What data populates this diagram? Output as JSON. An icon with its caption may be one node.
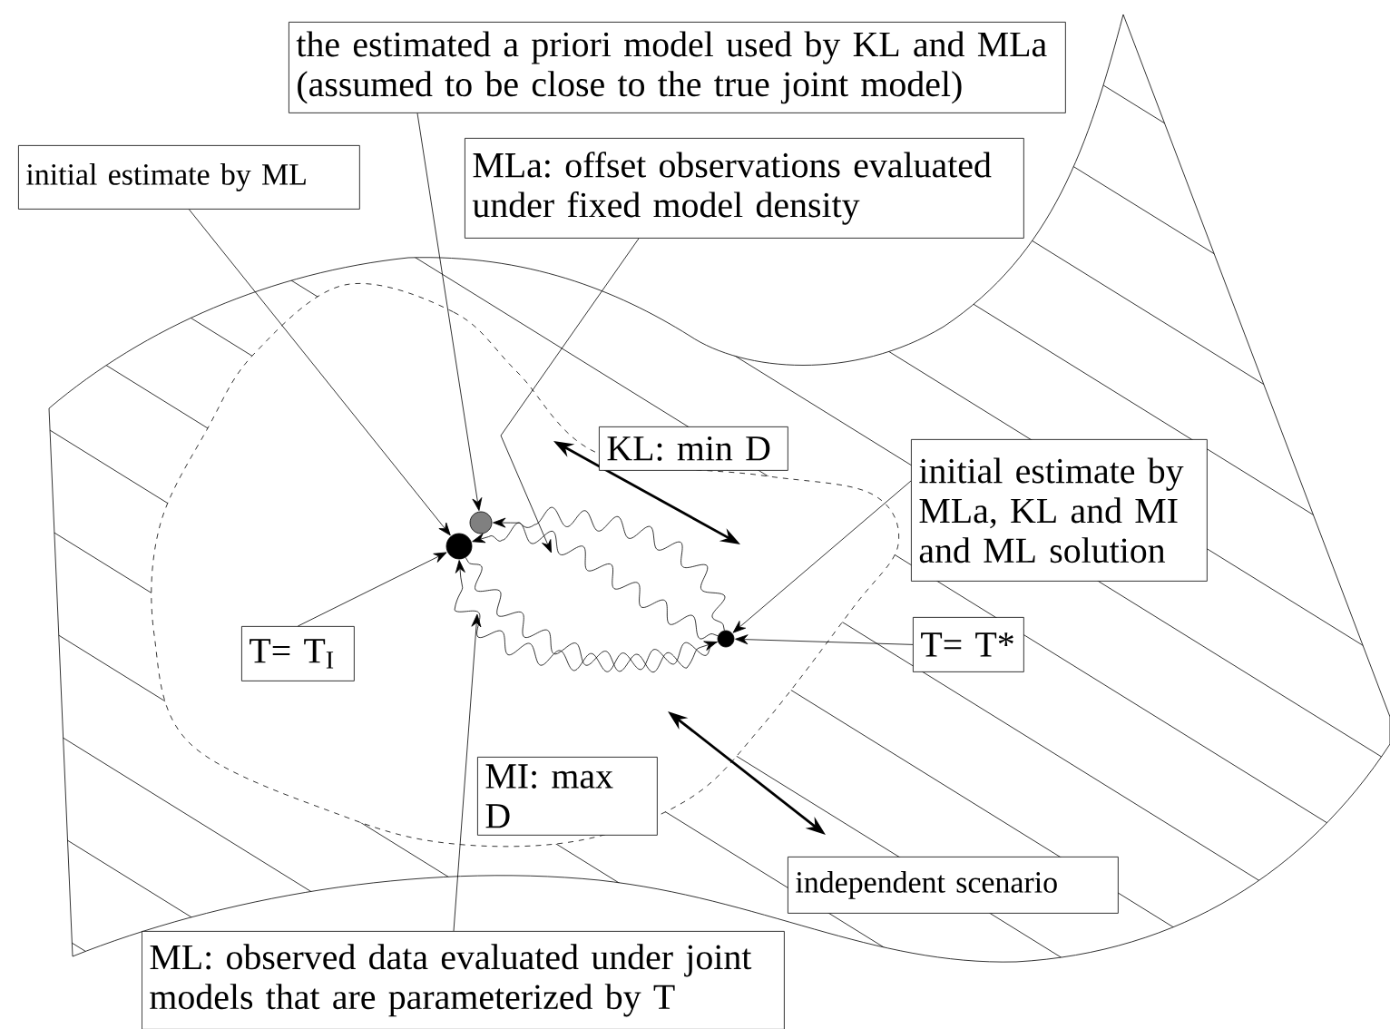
{
  "diagram": {
    "nodes": [
      {
        "text": [
          "the estimated a priori model used by KL and MLa (assumed to be close to the true joint model)"
        ]
      },
      {
        "text": [
          "initial estimate by ML"
        ]
      },
      {
        "text": [
          "MLa: offset observations evaluated under fixed model density"
        ]
      },
      {
        "text": [
          "KL: min D"
        ]
      },
      {
        "text": [
          "initial estimate by MLa, KL and MI and ML solution"
        ]
      },
      {
        "text": [
          "T= T$_{I}$"
        ]
      },
      {
        "text": [
          "T= T*"
        ]
      },
      {
        "text": [
          "MI: max D"
        ]
      },
      {
        "text": [
          "independent scenario"
        ]
      },
      {
        "text": [
          "ML: observed data evaluated under joint models that are parameterized by T"
        ]
      },
      {
        "text": [],
        "shape": "circle"
      },
      {
        "text": [],
        "shape": "circle"
      },
      {
        "text": [],
        "shape": "circle"
      }
    ],
    "edges": [
      {
        "from": 1,
        "to": 11,
        "arrow": "to"
      },
      {
        "from": 0,
        "to": 10,
        "arrow": "to"
      },
      {
        "from": 2,
        "to": null,
        "arrow": "to"
      },
      {
        "from": 5,
        "to": 11,
        "arrow": "to"
      },
      {
        "from": 9,
        "to": null,
        "arrow": "to"
      },
      {
        "from": 4,
        "to": 12,
        "arrow": "to"
      },
      {
        "from": 6,
        "to": 12,
        "arrow": "to"
      },
      {
        "from": 12,
        "to": 10,
        "arrow": "to"
      },
      {
        "from": 12,
        "to": 11,
        "arrow": "to"
      },
      {
        "from": 12,
        "to": 11,
        "arrow": "to"
      },
      {
        "from": 11,
        "to": 12,
        "arrow": "to"
      }
    ]
  }
}
